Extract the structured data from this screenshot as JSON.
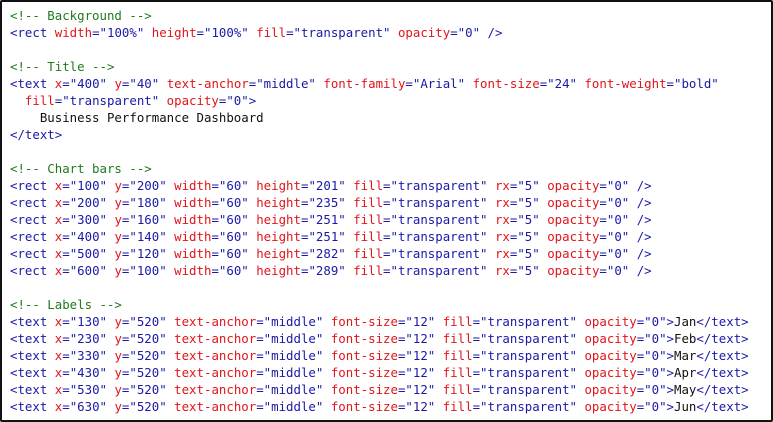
{
  "colors": {
    "comment": "#1f7a1f",
    "tag": "#1a1aa6",
    "attr": "#e0151b",
    "value": "#1a1aa6",
    "text": "#111111"
  },
  "lines": [
    [
      {
        "t": "comment",
        "v": "<!-- Background -->"
      }
    ],
    [
      {
        "t": "tag",
        "v": "<rect "
      },
      {
        "t": "attr",
        "v": "width"
      },
      {
        "t": "val",
        "v": "=\"100%\" "
      },
      {
        "t": "attr",
        "v": "height"
      },
      {
        "t": "val",
        "v": "=\"100%\" "
      },
      {
        "t": "attr",
        "v": "fill"
      },
      {
        "t": "val",
        "v": "=\"transparent\" "
      },
      {
        "t": "attr",
        "v": "opacity"
      },
      {
        "t": "val",
        "v": "=\"0\" />"
      }
    ],
    [],
    [
      {
        "t": "comment",
        "v": "<!-- Title -->"
      }
    ],
    [
      {
        "t": "tag",
        "v": "<text "
      },
      {
        "t": "attr",
        "v": "x"
      },
      {
        "t": "val",
        "v": "=\"400\" "
      },
      {
        "t": "attr",
        "v": "y"
      },
      {
        "t": "val",
        "v": "=\"40\" "
      },
      {
        "t": "attr",
        "v": "text-anchor"
      },
      {
        "t": "val",
        "v": "=\"middle\" "
      },
      {
        "t": "attr",
        "v": "font-family"
      },
      {
        "t": "val",
        "v": "=\"Arial\" "
      },
      {
        "t": "attr",
        "v": "font-size"
      },
      {
        "t": "val",
        "v": "=\"24\" "
      },
      {
        "t": "attr",
        "v": "font-weight"
      },
      {
        "t": "val",
        "v": "=\"bold\""
      }
    ],
    [
      {
        "t": "text",
        "v": "  "
      },
      {
        "t": "attr",
        "v": "fill"
      },
      {
        "t": "val",
        "v": "=\"transparent\" "
      },
      {
        "t": "attr",
        "v": "opacity"
      },
      {
        "t": "val",
        "v": "=\"0\">"
      }
    ],
    [
      {
        "t": "text",
        "v": "    Business Performance Dashboard"
      }
    ],
    [
      {
        "t": "tag",
        "v": "</text>"
      }
    ],
    [],
    [
      {
        "t": "comment",
        "v": "<!-- Chart bars -->"
      }
    ],
    [
      {
        "t": "tag",
        "v": "<rect "
      },
      {
        "t": "attr",
        "v": "x"
      },
      {
        "t": "val",
        "v": "=\"100\" "
      },
      {
        "t": "attr",
        "v": "y"
      },
      {
        "t": "val",
        "v": "=\"200\" "
      },
      {
        "t": "attr",
        "v": "width"
      },
      {
        "t": "val",
        "v": "=\"60\" "
      },
      {
        "t": "attr",
        "v": "height"
      },
      {
        "t": "val",
        "v": "=\"201\" "
      },
      {
        "t": "attr",
        "v": "fill"
      },
      {
        "t": "val",
        "v": "=\"transparent\" "
      },
      {
        "t": "attr",
        "v": "rx"
      },
      {
        "t": "val",
        "v": "=\"5\" "
      },
      {
        "t": "attr",
        "v": "opacity"
      },
      {
        "t": "val",
        "v": "=\"0\" />"
      }
    ],
    [
      {
        "t": "tag",
        "v": "<rect "
      },
      {
        "t": "attr",
        "v": "x"
      },
      {
        "t": "val",
        "v": "=\"200\" "
      },
      {
        "t": "attr",
        "v": "y"
      },
      {
        "t": "val",
        "v": "=\"180\" "
      },
      {
        "t": "attr",
        "v": "width"
      },
      {
        "t": "val",
        "v": "=\"60\" "
      },
      {
        "t": "attr",
        "v": "height"
      },
      {
        "t": "val",
        "v": "=\"235\" "
      },
      {
        "t": "attr",
        "v": "fill"
      },
      {
        "t": "val",
        "v": "=\"transparent\" "
      },
      {
        "t": "attr",
        "v": "rx"
      },
      {
        "t": "val",
        "v": "=\"5\" "
      },
      {
        "t": "attr",
        "v": "opacity"
      },
      {
        "t": "val",
        "v": "=\"0\" />"
      }
    ],
    [
      {
        "t": "tag",
        "v": "<rect "
      },
      {
        "t": "attr",
        "v": "x"
      },
      {
        "t": "val",
        "v": "=\"300\" "
      },
      {
        "t": "attr",
        "v": "y"
      },
      {
        "t": "val",
        "v": "=\"160\" "
      },
      {
        "t": "attr",
        "v": "width"
      },
      {
        "t": "val",
        "v": "=\"60\" "
      },
      {
        "t": "attr",
        "v": "height"
      },
      {
        "t": "val",
        "v": "=\"251\" "
      },
      {
        "t": "attr",
        "v": "fill"
      },
      {
        "t": "val",
        "v": "=\"transparent\" "
      },
      {
        "t": "attr",
        "v": "rx"
      },
      {
        "t": "val",
        "v": "=\"5\" "
      },
      {
        "t": "attr",
        "v": "opacity"
      },
      {
        "t": "val",
        "v": "=\"0\" />"
      }
    ],
    [
      {
        "t": "tag",
        "v": "<rect "
      },
      {
        "t": "attr",
        "v": "x"
      },
      {
        "t": "val",
        "v": "=\"400\" "
      },
      {
        "t": "attr",
        "v": "y"
      },
      {
        "t": "val",
        "v": "=\"140\" "
      },
      {
        "t": "attr",
        "v": "width"
      },
      {
        "t": "val",
        "v": "=\"60\" "
      },
      {
        "t": "attr",
        "v": "height"
      },
      {
        "t": "val",
        "v": "=\"251\" "
      },
      {
        "t": "attr",
        "v": "fill"
      },
      {
        "t": "val",
        "v": "=\"transparent\" "
      },
      {
        "t": "attr",
        "v": "rx"
      },
      {
        "t": "val",
        "v": "=\"5\" "
      },
      {
        "t": "attr",
        "v": "opacity"
      },
      {
        "t": "val",
        "v": "=\"0\" />"
      }
    ],
    [
      {
        "t": "tag",
        "v": "<rect "
      },
      {
        "t": "attr",
        "v": "x"
      },
      {
        "t": "val",
        "v": "=\"500\" "
      },
      {
        "t": "attr",
        "v": "y"
      },
      {
        "t": "val",
        "v": "=\"120\" "
      },
      {
        "t": "attr",
        "v": "width"
      },
      {
        "t": "val",
        "v": "=\"60\" "
      },
      {
        "t": "attr",
        "v": "height"
      },
      {
        "t": "val",
        "v": "=\"282\" "
      },
      {
        "t": "attr",
        "v": "fill"
      },
      {
        "t": "val",
        "v": "=\"transparent\" "
      },
      {
        "t": "attr",
        "v": "rx"
      },
      {
        "t": "val",
        "v": "=\"5\" "
      },
      {
        "t": "attr",
        "v": "opacity"
      },
      {
        "t": "val",
        "v": "=\"0\" />"
      }
    ],
    [
      {
        "t": "tag",
        "v": "<rect "
      },
      {
        "t": "attr",
        "v": "x"
      },
      {
        "t": "val",
        "v": "=\"600\" "
      },
      {
        "t": "attr",
        "v": "y"
      },
      {
        "t": "val",
        "v": "=\"100\" "
      },
      {
        "t": "attr",
        "v": "width"
      },
      {
        "t": "val",
        "v": "=\"60\" "
      },
      {
        "t": "attr",
        "v": "height"
      },
      {
        "t": "val",
        "v": "=\"289\" "
      },
      {
        "t": "attr",
        "v": "fill"
      },
      {
        "t": "val",
        "v": "=\"transparent\" "
      },
      {
        "t": "attr",
        "v": "rx"
      },
      {
        "t": "val",
        "v": "=\"5\" "
      },
      {
        "t": "attr",
        "v": "opacity"
      },
      {
        "t": "val",
        "v": "=\"0\" />"
      }
    ],
    [],
    [
      {
        "t": "comment",
        "v": "<!-- Labels -->"
      }
    ],
    [
      {
        "t": "tag",
        "v": "<text "
      },
      {
        "t": "attr",
        "v": "x"
      },
      {
        "t": "val",
        "v": "=\"130\" "
      },
      {
        "t": "attr",
        "v": "y"
      },
      {
        "t": "val",
        "v": "=\"520\" "
      },
      {
        "t": "attr",
        "v": "text-anchor"
      },
      {
        "t": "val",
        "v": "=\"middle\" "
      },
      {
        "t": "attr",
        "v": "font-size"
      },
      {
        "t": "val",
        "v": "=\"12\" "
      },
      {
        "t": "attr",
        "v": "fill"
      },
      {
        "t": "val",
        "v": "=\"transparent\" "
      },
      {
        "t": "attr",
        "v": "opacity"
      },
      {
        "t": "val",
        "v": "=\"0\">"
      },
      {
        "t": "text",
        "v": "Jan"
      },
      {
        "t": "tag",
        "v": "</text>"
      }
    ],
    [
      {
        "t": "tag",
        "v": "<text "
      },
      {
        "t": "attr",
        "v": "x"
      },
      {
        "t": "val",
        "v": "=\"230\" "
      },
      {
        "t": "attr",
        "v": "y"
      },
      {
        "t": "val",
        "v": "=\"520\" "
      },
      {
        "t": "attr",
        "v": "text-anchor"
      },
      {
        "t": "val",
        "v": "=\"middle\" "
      },
      {
        "t": "attr",
        "v": "font-size"
      },
      {
        "t": "val",
        "v": "=\"12\" "
      },
      {
        "t": "attr",
        "v": "fill"
      },
      {
        "t": "val",
        "v": "=\"transparent\" "
      },
      {
        "t": "attr",
        "v": "opacity"
      },
      {
        "t": "val",
        "v": "=\"0\">"
      },
      {
        "t": "text",
        "v": "Feb"
      },
      {
        "t": "tag",
        "v": "</text>"
      }
    ],
    [
      {
        "t": "tag",
        "v": "<text "
      },
      {
        "t": "attr",
        "v": "x"
      },
      {
        "t": "val",
        "v": "=\"330\" "
      },
      {
        "t": "attr",
        "v": "y"
      },
      {
        "t": "val",
        "v": "=\"520\" "
      },
      {
        "t": "attr",
        "v": "text-anchor"
      },
      {
        "t": "val",
        "v": "=\"middle\" "
      },
      {
        "t": "attr",
        "v": "font-size"
      },
      {
        "t": "val",
        "v": "=\"12\" "
      },
      {
        "t": "attr",
        "v": "fill"
      },
      {
        "t": "val",
        "v": "=\"transparent\" "
      },
      {
        "t": "attr",
        "v": "opacity"
      },
      {
        "t": "val",
        "v": "=\"0\">"
      },
      {
        "t": "text",
        "v": "Mar"
      },
      {
        "t": "tag",
        "v": "</text>"
      }
    ],
    [
      {
        "t": "tag",
        "v": "<text "
      },
      {
        "t": "attr",
        "v": "x"
      },
      {
        "t": "val",
        "v": "=\"430\" "
      },
      {
        "t": "attr",
        "v": "y"
      },
      {
        "t": "val",
        "v": "=\"520\" "
      },
      {
        "t": "attr",
        "v": "text-anchor"
      },
      {
        "t": "val",
        "v": "=\"middle\" "
      },
      {
        "t": "attr",
        "v": "font-size"
      },
      {
        "t": "val",
        "v": "=\"12\" "
      },
      {
        "t": "attr",
        "v": "fill"
      },
      {
        "t": "val",
        "v": "=\"transparent\" "
      },
      {
        "t": "attr",
        "v": "opacity"
      },
      {
        "t": "val",
        "v": "=\"0\">"
      },
      {
        "t": "text",
        "v": "Apr"
      },
      {
        "t": "tag",
        "v": "</text>"
      }
    ],
    [
      {
        "t": "tag",
        "v": "<text "
      },
      {
        "t": "attr",
        "v": "x"
      },
      {
        "t": "val",
        "v": "=\"530\" "
      },
      {
        "t": "attr",
        "v": "y"
      },
      {
        "t": "val",
        "v": "=\"520\" "
      },
      {
        "t": "attr",
        "v": "text-anchor"
      },
      {
        "t": "val",
        "v": "=\"middle\" "
      },
      {
        "t": "attr",
        "v": "font-size"
      },
      {
        "t": "val",
        "v": "=\"12\" "
      },
      {
        "t": "attr",
        "v": "fill"
      },
      {
        "t": "val",
        "v": "=\"transparent\" "
      },
      {
        "t": "attr",
        "v": "opacity"
      },
      {
        "t": "val",
        "v": "=\"0\">"
      },
      {
        "t": "text",
        "v": "May"
      },
      {
        "t": "tag",
        "v": "</text>"
      }
    ],
    [
      {
        "t": "tag",
        "v": "<text "
      },
      {
        "t": "attr",
        "v": "x"
      },
      {
        "t": "val",
        "v": "=\"630\" "
      },
      {
        "t": "attr",
        "v": "y"
      },
      {
        "t": "val",
        "v": "=\"520\" "
      },
      {
        "t": "attr",
        "v": "text-anchor"
      },
      {
        "t": "val",
        "v": "=\"middle\" "
      },
      {
        "t": "attr",
        "v": "font-size"
      },
      {
        "t": "val",
        "v": "=\"12\" "
      },
      {
        "t": "attr",
        "v": "fill"
      },
      {
        "t": "val",
        "v": "=\"transparent\" "
      },
      {
        "t": "attr",
        "v": "opacity"
      },
      {
        "t": "val",
        "v": "=\"0\">"
      },
      {
        "t": "text",
        "v": "Jun"
      },
      {
        "t": "tag",
        "v": "</text>"
      }
    ]
  ]
}
